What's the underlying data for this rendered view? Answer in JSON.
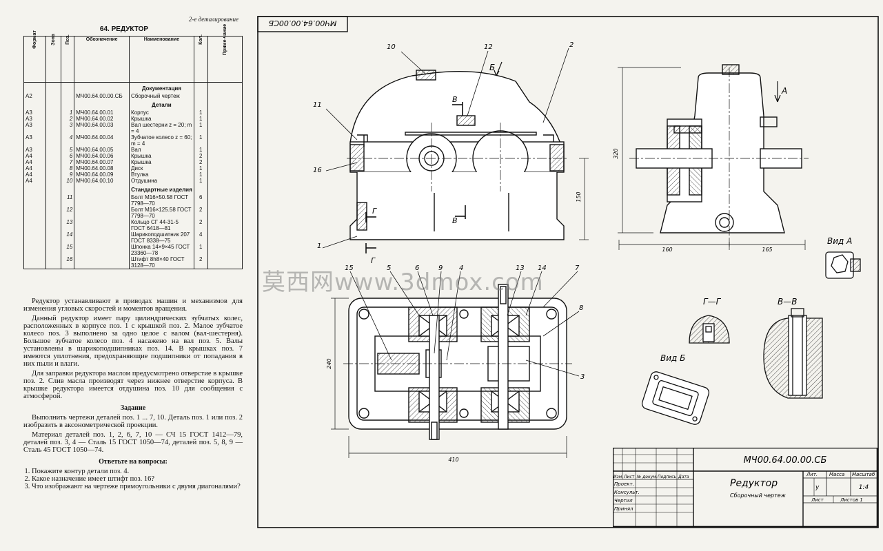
{
  "page": {
    "running_head": "2-е деталирование",
    "section_title": "64. РЕДУКТОР"
  },
  "spec_table": {
    "headers": [
      "Формат",
      "Зона",
      "Поз.",
      "Обозначение",
      "Наименование",
      "Кол.",
      "Приме-чание"
    ],
    "rows": [
      {
        "section": "Документация"
      },
      {
        "fmt": "A2",
        "pos": "",
        "code": "МЧ00.64.00.00.СБ",
        "name": "Сборочный чертеж",
        "qty": ""
      },
      {
        "section": "Детали"
      },
      {
        "fmt": "A3",
        "pos": "1",
        "code": "МЧ00.64.00.01",
        "name": "Корпус",
        "qty": "1"
      },
      {
        "fmt": "A3",
        "pos": "2",
        "code": "МЧ00.64.00.02",
        "name": "Крышка",
        "qty": "1"
      },
      {
        "fmt": "A3",
        "pos": "3",
        "code": "МЧ00.64.00.03",
        "name": "Вал шестерни z = 20; m = 4",
        "qty": "1"
      },
      {
        "fmt": "A3",
        "pos": "4",
        "code": "МЧ00.64.00.04",
        "name": "Зубчатое колесо z = 60; m = 4",
        "qty": "1"
      },
      {
        "fmt": "A3",
        "pos": "5",
        "code": "МЧ00.64.00.05",
        "name": "Вал",
        "qty": "1"
      },
      {
        "fmt": "A4",
        "pos": "6",
        "code": "МЧ00.64.00.06",
        "name": "Крышка",
        "qty": "2"
      },
      {
        "fmt": "A4",
        "pos": "7",
        "code": "МЧ00.64.00.07",
        "name": "Крышка",
        "qty": "2"
      },
      {
        "fmt": "A4",
        "pos": "8",
        "code": "МЧ00.64.00.08",
        "name": "Диск",
        "qty": "1"
      },
      {
        "fmt": "A4",
        "pos": "9",
        "code": "МЧ00.64.00.09",
        "name": "Втулка",
        "qty": "1"
      },
      {
        "fmt": "A4",
        "pos": "10",
        "code": "МЧ00.64.00.10",
        "name": "Отдушина",
        "qty": "1"
      },
      {
        "section": "Стандартные изделия"
      },
      {
        "fmt": "",
        "pos": "11",
        "code": "",
        "name": "Болт М16×50.58 ГОСТ 7798—70",
        "qty": "6"
      },
      {
        "fmt": "",
        "pos": "12",
        "code": "",
        "name": "Болт М16×125.58 ГОСТ 7798—70",
        "qty": "2"
      },
      {
        "fmt": "",
        "pos": "13",
        "code": "",
        "name": "Кольцо СГ 44-31-5 ГОСТ 6418—81",
        "qty": "2"
      },
      {
        "fmt": "",
        "pos": "14",
        "code": "",
        "name": "Шарикоподшипник 207 ГОСТ 8338—75",
        "qty": "4"
      },
      {
        "fmt": "",
        "pos": "15",
        "code": "",
        "name": "Шпонка 14×9×45 ГОСТ 23360—78",
        "qty": "1"
      },
      {
        "fmt": "",
        "pos": "16",
        "code": "",
        "name": "Штифт 8h8×40 ГОСТ 3128—70",
        "qty": "2"
      }
    ]
  },
  "text": {
    "p1": "Редуктор устанавливают в приводах машин и механизмов для изменения угловых скоростей и моментов вращения.",
    "p2": "Данный редуктор имеет пару цилиндрических зубчатых колес, расположенных в корпусе поз. 1 с крышкой поз. 2. Малое зубчатое колесо поз. 3 выполнено за одно целое с валом (вал-шестерня). Большое зубчатое колесо поз. 4 насажено на вал поз. 5. Валы установлены в шарикоподшипниках поз. 14. В крышках поз. 7 имеются уплотнения, предохраняющие подшипники от попадания в них пыли и влаги.",
    "p3": "Для заправки редуктора маслом предусмотрено отверстие в крышке поз. 2. Слив масла производят через нижнее отверстие корпуса. В крышке редуктора имеется отдушина поз. 10 для сообщения с атмосферой.",
    "task_heading": "Задание",
    "task1": "Выполнить чертежи деталей поз. 1 ... 7, 10. Деталь поз. 1 или поз. 2 изобразить в аксонометрической проекции.",
    "task2": "Материал деталей поз. 1, 2, 6, 7, 10 — СЧ 15 ГОСТ 1412—79, деталей поз. 3, 4 — Сталь 15 ГОСТ 1050—74, деталей поз. 5, 8, 9 — Сталь 45 ГОСТ 1050—74.",
    "questions_heading": "Ответьте на вопросы:",
    "questions": [
      "Покажите контур детали поз. 4.",
      "Какое назначение имеет штифт поз. 16?",
      "Что изображают на чертеже прямоугольники с двумя диагоналями?"
    ]
  },
  "drawing": {
    "corner_stamp": "МЧ00.64.00.00СБ",
    "view_labels": {
      "vid_a": "Вид А",
      "vid_b": "Вид Б",
      "sec_gg": "Г—Г",
      "sec_vv": "В—В"
    },
    "cut_letters": {
      "b_arrow": "Б",
      "a_arrow": "А",
      "v1": "В",
      "v2": "В",
      "g1": "Г",
      "g2": "Г"
    },
    "callouts": [
      "10",
      "12",
      "2",
      "11",
      "16",
      "1",
      "15",
      "5",
      "6",
      "9",
      "4",
      "13",
      "14",
      "7",
      "8",
      "3"
    ],
    "dimensions": {
      "d150": "150",
      "d320": "320",
      "d160": "160",
      "d165": "165",
      "d240": "240",
      "d410": "410"
    }
  },
  "title_block": {
    "designation": "МЧ00.64.00.00.СБ",
    "name": "Редуктор",
    "doc_type": "Сборочный чертеж",
    "col_lit": "Лит.",
    "col_mass": "Масса",
    "col_scale": "Масштаб",
    "lit_value": "у",
    "scale": "1:4",
    "sheet": "Лист",
    "sheets": "Листов 1",
    "row_headers": [
      "Изм.",
      "Лист",
      "№ докум.",
      "Подпись",
      "Дата"
    ],
    "roles": [
      "Проект.",
      "Консульт.",
      "Чертил",
      "Принял"
    ]
  },
  "watermark": "莫西网www.3dmox.com"
}
